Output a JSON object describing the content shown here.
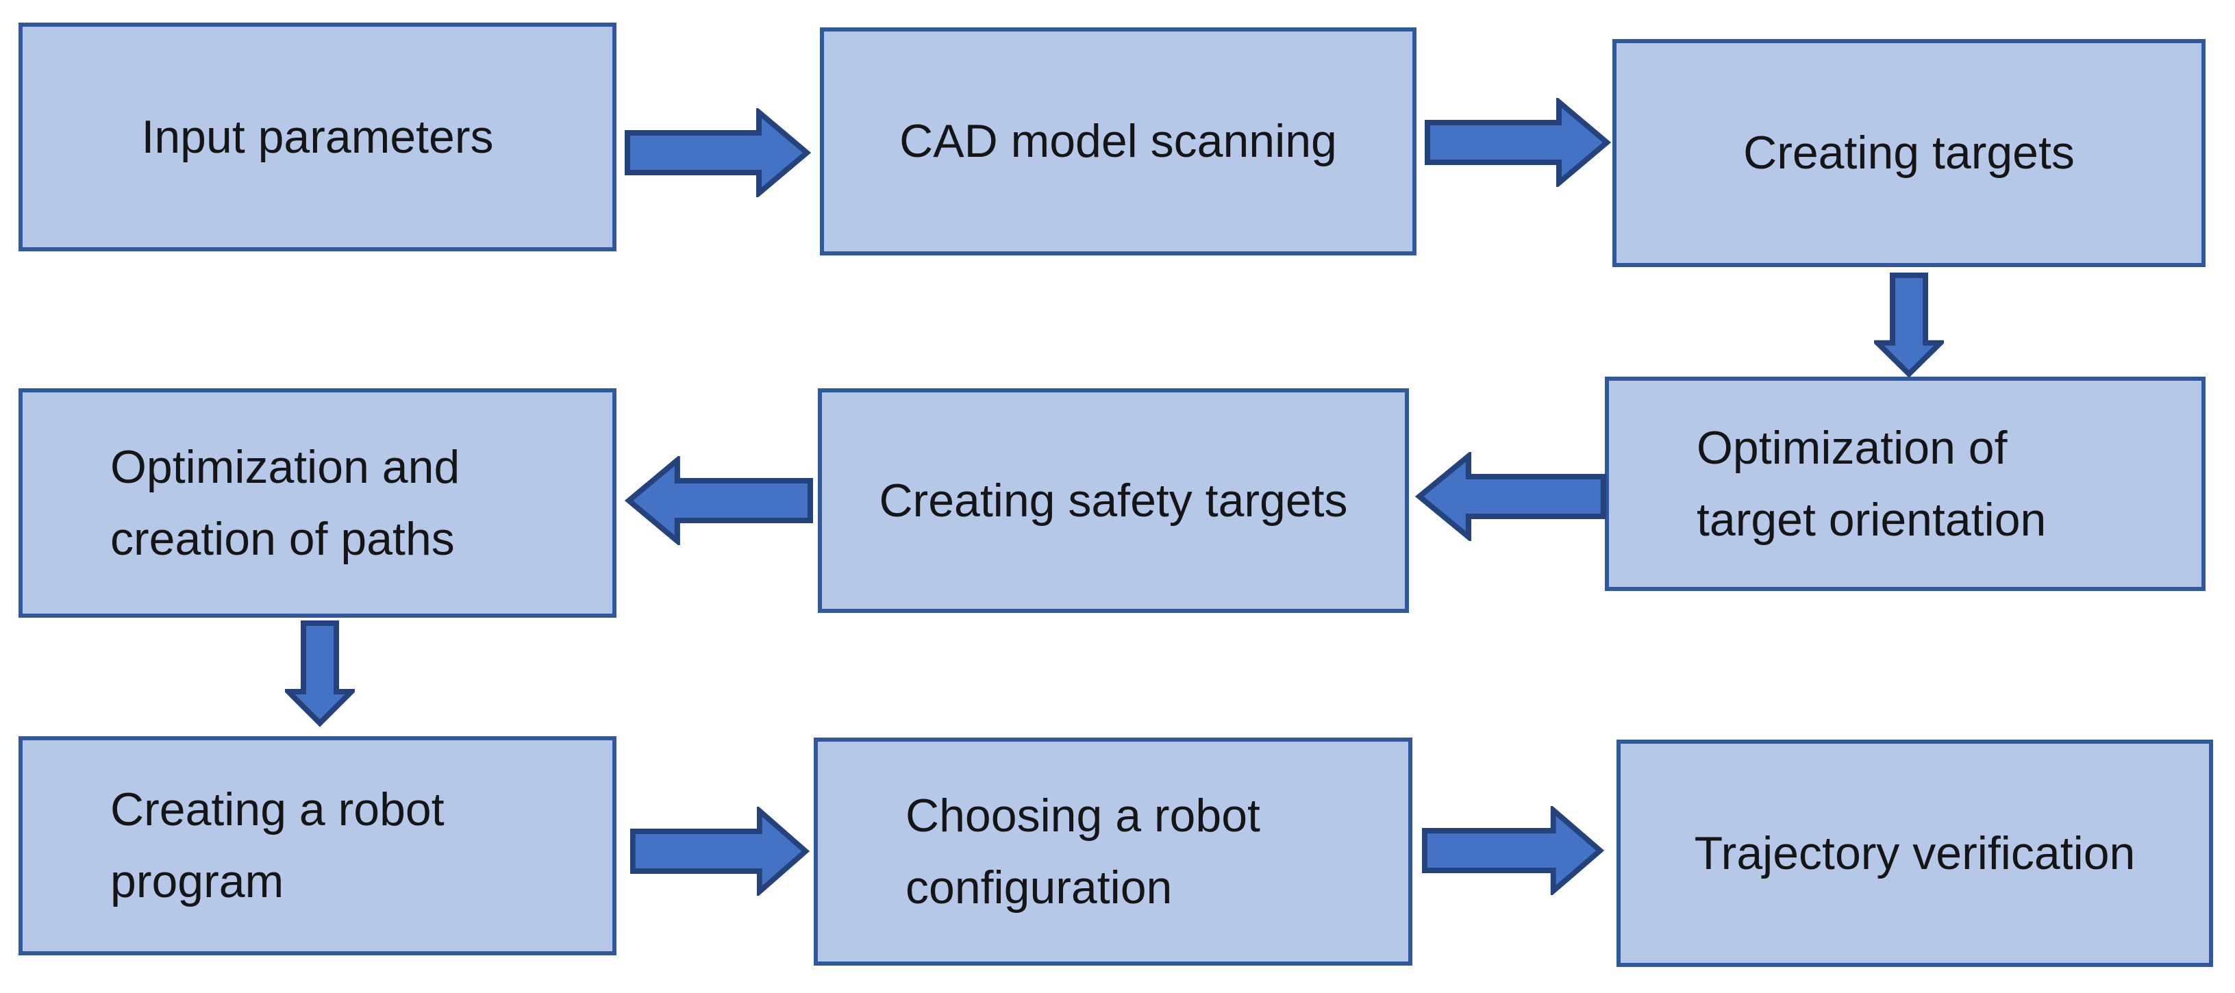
{
  "colors": {
    "canvas_bg": "#ffffff",
    "node_fill": "#b5c8e8",
    "node_border": "#30589f",
    "arrow_fill": "#4472c4",
    "arrow_outline": "#24427c",
    "text_color": "#151515"
  },
  "flowchart": {
    "nodes": [
      {
        "id": "input-parameters",
        "label": "Input parameters"
      },
      {
        "id": "cad-model-scanning",
        "label": "CAD model scanning"
      },
      {
        "id": "creating-targets",
        "label": "Creating targets"
      },
      {
        "id": "optimization-and-creation-of-paths",
        "label": "Optimization and\ncreation of paths"
      },
      {
        "id": "creating-safety-targets",
        "label": "Creating safety targets"
      },
      {
        "id": "optimization-of-target-orientation",
        "label": "Optimization of\ntarget orientation"
      },
      {
        "id": "creating-a-robot-program",
        "label": "Creating a robot\nprogram"
      },
      {
        "id": "choosing-a-robot-configuration",
        "label": "Choosing a robot\nconfiguration"
      },
      {
        "id": "trajectory-verification",
        "label": "Trajectory verification"
      }
    ],
    "edges": [
      {
        "from": "input-parameters",
        "to": "cad-model-scanning",
        "direction": "right"
      },
      {
        "from": "cad-model-scanning",
        "to": "creating-targets",
        "direction": "right"
      },
      {
        "from": "creating-targets",
        "to": "optimization-of-target-orientation",
        "direction": "down"
      },
      {
        "from": "optimization-of-target-orientation",
        "to": "creating-safety-targets",
        "direction": "left"
      },
      {
        "from": "creating-safety-targets",
        "to": "optimization-and-creation-of-paths",
        "direction": "left"
      },
      {
        "from": "optimization-and-creation-of-paths",
        "to": "creating-a-robot-program",
        "direction": "down"
      },
      {
        "from": "creating-a-robot-program",
        "to": "choosing-a-robot-configuration",
        "direction": "right"
      },
      {
        "from": "choosing-a-robot-configuration",
        "to": "trajectory-verification",
        "direction": "right"
      }
    ]
  }
}
